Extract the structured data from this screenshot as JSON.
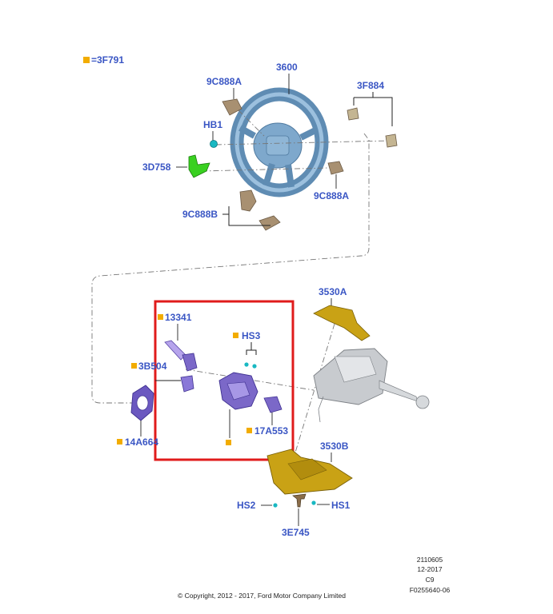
{
  "legend": {
    "key_marker": "=3F791"
  },
  "labels": {
    "l3600": "3600",
    "l9C888A_top": "9C888A",
    "l3F884": "3F884",
    "lHB1": "HB1",
    "l3D758": "3D758",
    "l9C888A_bottom": "9C888A",
    "l9C888B": "9C888B",
    "l3530A": "3530A",
    "l13341": "13341",
    "lHS3": "HS3",
    "l3B504": "3B504",
    "l17A553": "17A553",
    "l14A664": "14A664",
    "l3530B": "3530B",
    "lHS2": "HS2",
    "lHS1": "HS1",
    "l3E745": "3E745"
  },
  "info_block": [
    "2110605",
    "12-2017",
    "C9",
    "F0255640-06"
  ],
  "copyright": "© Copyright, 2012 - 2017, Ford Motor Company Limited",
  "colors": {
    "label_blue": "#3a56c4",
    "key_marker_orange": "#f2ac00",
    "highlight_red": "#e01b1b",
    "wheel_blue": "#6f9bc0",
    "switch_purple": "#7b68c8",
    "shroud_gold": "#c9a215",
    "clip_green": "#39d020",
    "trim_tan": "#a89071",
    "bolt_cyan": "#19b8c2",
    "column_gray": "#c8cbcf"
  },
  "icons": {
    "key_marker": "orange-square-icon",
    "steering_wheel": "steering-wheel-icon",
    "steering_column": "steering-column-icon"
  }
}
